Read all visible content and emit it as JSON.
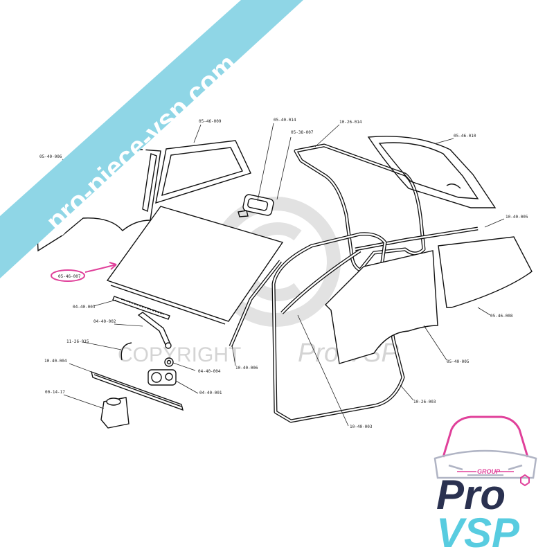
{
  "banner": {
    "text": "pro-piece-vsp.com",
    "color": "#8fd6e6"
  },
  "watermark": {
    "copyright": "COPYRIGHT",
    "brand": "Pro VSP"
  },
  "highlight_color": "#e0409a",
  "logo": {
    "group": "GROUP",
    "pro": "Pro",
    "vsp": "VSP",
    "pink": "#e0409a",
    "navy": "#2a3150",
    "cyan": "#58cce0"
  },
  "refs": {
    "r05_40_006": "05-40-006",
    "r05_46_009": "05-46-009",
    "r05_40_014": "05-40-014",
    "r05_38_007": "05-38-007",
    "r10_26_014": "10-26-014",
    "r05_46_010": "05-46-010",
    "r10_40_005": "10-40-005",
    "r05_46_007": "05-46-007",
    "r04_40_003": "04-40-003",
    "r04_40_002": "04-40-002",
    "r11_26_015": "11-26-015",
    "r10_40_004": "10-40-004",
    "r04_40_004": "04-40-004",
    "r04_40_001": "04-40-001",
    "r00_14_17": "00-14-17",
    "r10_40_006": "10-40-006",
    "r05_46_008": "05-46-008",
    "r05_40_005": "05-40-005",
    "r10_26_003": "10-26-003",
    "r10_40_003": "10-40-003"
  }
}
